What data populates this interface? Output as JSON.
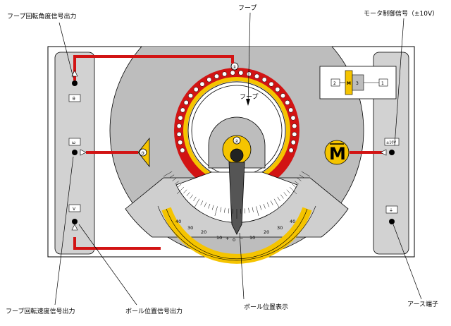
{
  "labels": {
    "hoop_angle_output": "フープ回転角度信号出力",
    "hoop": "フープ",
    "hoop_inner": "フープ",
    "motor_control": "モータ制御信号（±10V）",
    "hoop_speed_output": "フープ回転速度信号出力",
    "ball_position_output": "ボール位置信号出力",
    "ball_position_display": "ボール位置表示",
    "earth_terminal": "アース端子"
  },
  "terminals": {
    "theta": "θ",
    "omega": "ω",
    "v": "V",
    "pm10v": "±10V",
    "earth": "⏚"
  },
  "markers": {
    "hoop_marker": "①",
    "ball_marker": "②",
    "pivot_marker": "③"
  },
  "motor": {
    "label": "M",
    "box_label_2": "2",
    "box_label_m": "M",
    "box_label_3": "3",
    "box_label_1": "1"
  },
  "scale": {
    "left_ticks": [
      "40",
      "30",
      "20",
      "10"
    ],
    "center_tick": "0",
    "right_ticks": [
      "10",
      "20",
      "30",
      "40"
    ],
    "plus_sign": "+",
    "minus_sign": "−"
  },
  "colors": {
    "panel_gray": "#d2d2d2",
    "base_gray": "#bdbdbd",
    "wire_red": "#d21414",
    "hoop_yellow": "#f5c400",
    "terminal_black": "#000000"
  }
}
